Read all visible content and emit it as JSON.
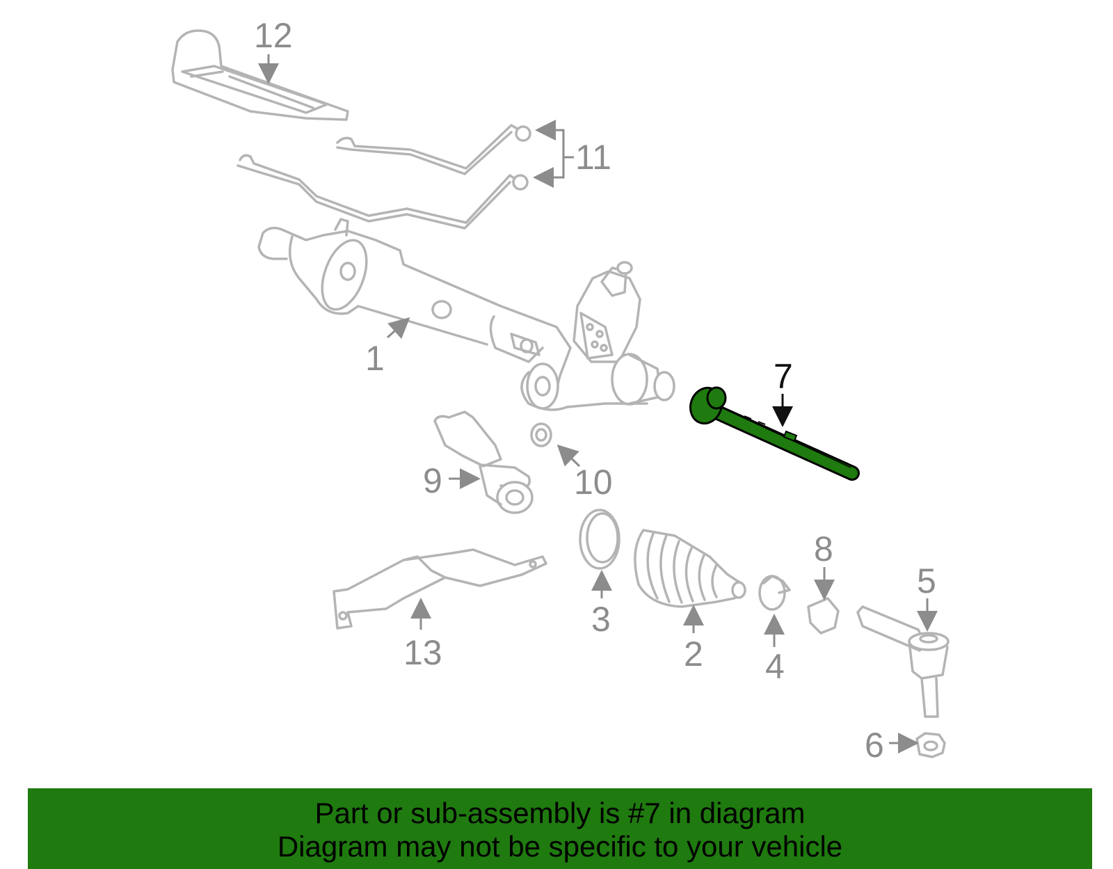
{
  "callouts": {
    "c1": "1",
    "c2": "2",
    "c3": "3",
    "c4": "4",
    "c5": "5",
    "c6": "6",
    "c7": "7",
    "c8": "8",
    "c9": "9",
    "c10": "10",
    "c11": "11",
    "c12": "12",
    "c13": "13"
  },
  "banner": {
    "line1": "Part or sub-assembly is #7 in diagram",
    "line2": "Diagram may not be specific to your vehicle"
  },
  "colors": {
    "highlight": "#1f7a0f",
    "outline": "#b4b4b4",
    "callout": "#8c8c8c"
  }
}
